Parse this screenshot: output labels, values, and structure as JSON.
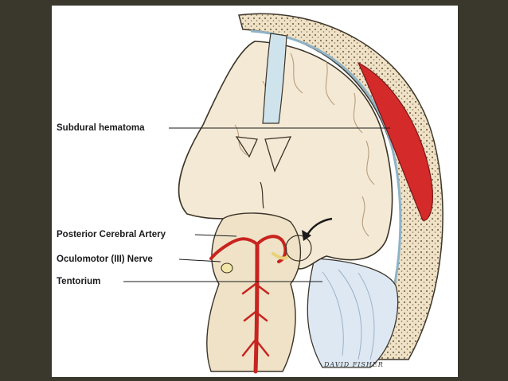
{
  "labels": {
    "subdural_hematoma": "Subdural hematoma",
    "posterior_cerebral_artery": "Posterior Cerebral Artery",
    "oculomotor_nerve": "Oculomotor (III) Nerve",
    "tentorium": "Tentorium"
  },
  "signature": "DAVID FISHER",
  "colors": {
    "background": "#3a372c",
    "panel": "#ffffff",
    "skull": "#efe2c7",
    "skull_dots": "#6b5a3e",
    "brain": "#f4e9d4",
    "brain_outline": "#3b3428",
    "hematoma": "#d42a2a",
    "artery": "#c8241e",
    "ventricle": "#cfe3ec",
    "tentorium": "#dde8f3",
    "nerve": "#f2e6a8"
  },
  "icons": {
    "herniation_arrow": "curved-arrow-icon"
  }
}
